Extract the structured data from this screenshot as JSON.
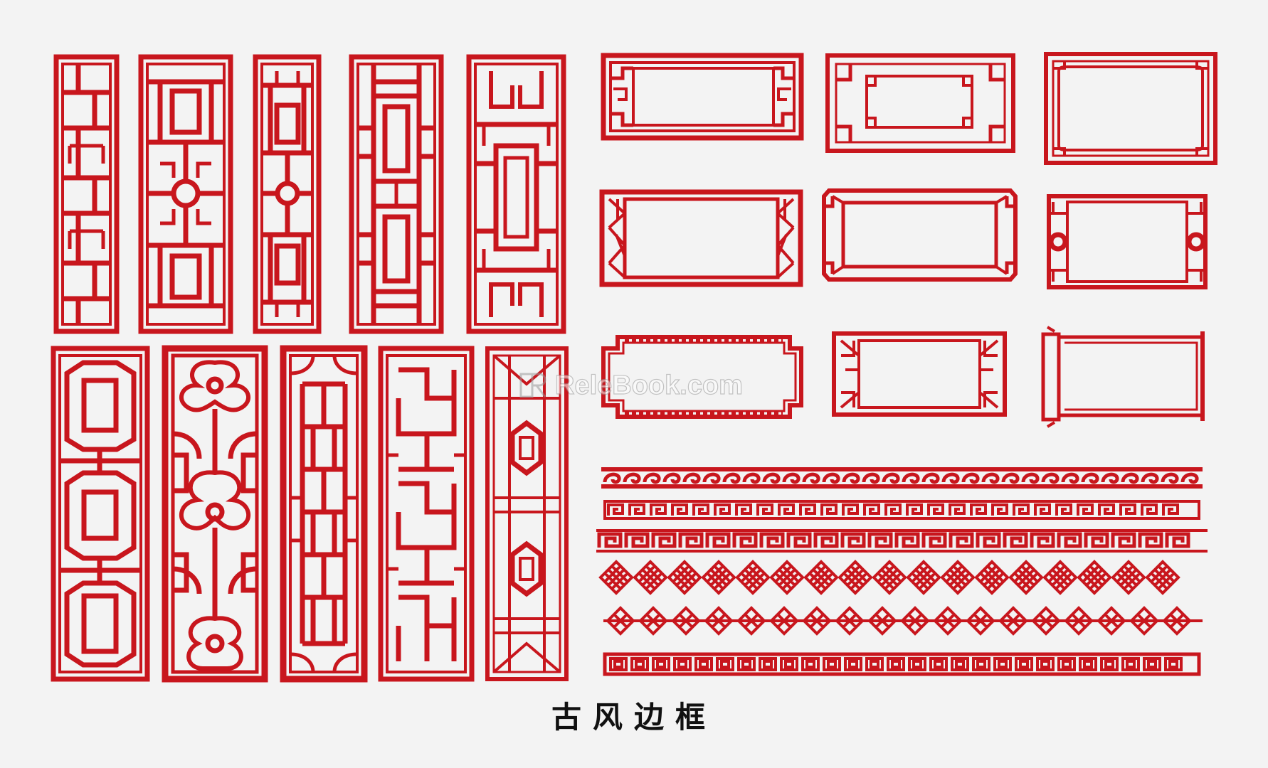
{
  "caption": "古风边框",
  "watermark": {
    "text": "ReleBook.com",
    "icon": "relebook-logo-icon"
  },
  "colors": {
    "background": "#f3f3f3",
    "lattice_red": "#c8161d",
    "caption_text": "#111111"
  },
  "groups": {
    "tall_panels": [
      "lattice-panel-1",
      "lattice-panel-2",
      "lattice-panel-3",
      "lattice-panel-4",
      "lattice-panel-5",
      "lattice-panel-6",
      "lattice-panel-7",
      "lattice-panel-8",
      "lattice-panel-9",
      "lattice-panel-10"
    ],
    "rect_frames": [
      "frame-1",
      "frame-2",
      "frame-3",
      "frame-4",
      "frame-5",
      "frame-6",
      "frame-7",
      "frame-8",
      "frame-9"
    ],
    "border_strips": [
      "cloud-scroll-strip",
      "key-fret-strip-small",
      "key-fret-strip-large",
      "knot-strip-dense",
      "knot-strip-linked",
      "square-chain-strip"
    ]
  }
}
